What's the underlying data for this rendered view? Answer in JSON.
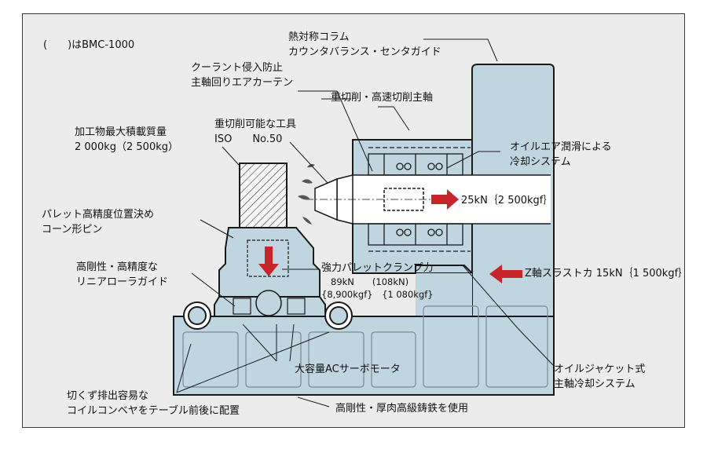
{
  "note": "(　　)はBMC-1000",
  "labels": {
    "column_1": "熱対称コラム",
    "column_2": "カウンタバランス・センタガイド",
    "curtain_1": "クーラント侵入防止",
    "curtain_2": "主軸回りエアカーテン",
    "spindle": "重切削・高速切削主軸",
    "tool_1": "重切削可能な工具",
    "tool_2": "ISO　　No.50",
    "load_1": "加工物最大積載質量",
    "load_2": "2 000kg（2 500kg）",
    "cooling_1": "オイルエア潤滑による",
    "cooling_2": "冷却システム",
    "thrust_spindle": "25kN｛2 500kgf｝",
    "pin_1": "パレット高精度位置決め",
    "pin_2": "コーン形ピン",
    "clamp_title": "強力パレットクランプ力",
    "clamp_kn": "89kN　　(108kN)",
    "clamp_kgf": "{8,900kgf}　{1 080kgf}",
    "zaxis": "Z軸スラストカ 15kN｛1 500kgf｝",
    "guide_1": "高剛性・高精度な",
    "guide_2": "リニアローラガイド",
    "servo": "大容量ACサーボモータ",
    "jacket_1": "オイルジャケット式",
    "jacket_2": "主軸冷却システム",
    "chip_1": "切くず排出容易な",
    "chip_2": "コイルコンベヤをテーブル前後に配置",
    "casting": "高剛性・厚肉高級鋳鉄を使用"
  },
  "colors": {
    "machine_fill": "#bfd6e0",
    "arrow_red": "#c8252a",
    "outline": "#1a1a1a",
    "background": "#ececec"
  }
}
